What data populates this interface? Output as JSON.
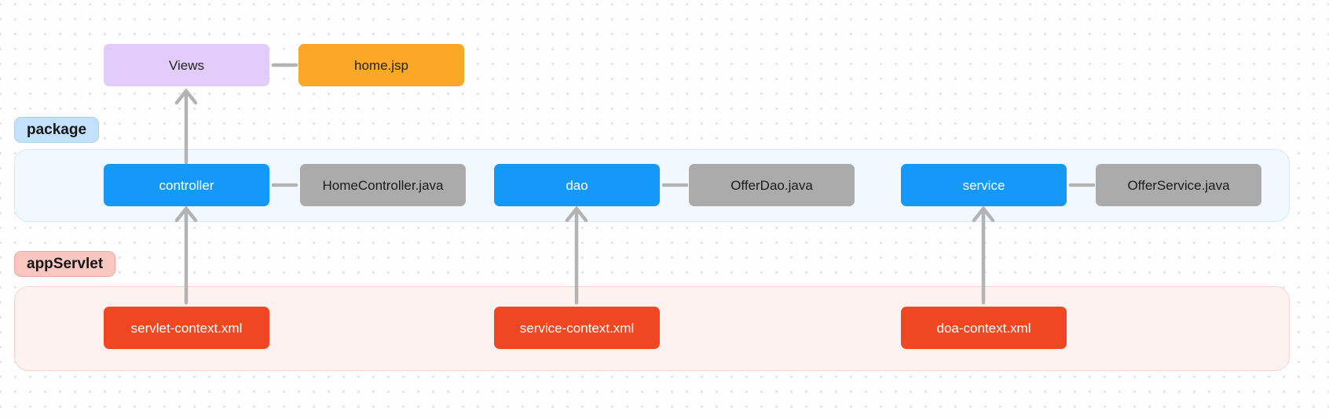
{
  "views_row": {
    "views_label": "Views",
    "home_jsp_label": "home.jsp"
  },
  "package_group": {
    "badge_label": "package",
    "items": [
      {
        "module": "controller",
        "file": "HomeController.java"
      },
      {
        "module": "dao",
        "file": "OfferDao.java"
      },
      {
        "module": "service",
        "file": "OfferService.java"
      }
    ]
  },
  "app_servlet_group": {
    "badge_label": "appServlet",
    "files": [
      {
        "label": "servlet-context.xml"
      },
      {
        "label": "service-context.xml"
      },
      {
        "label": "doa-context.xml"
      }
    ]
  },
  "colors": {
    "module_blue": "#1598f7",
    "file_gray": "#ababab",
    "xml_red": "#f04723",
    "views_purple": "#e2ccf9",
    "jsp_orange": "#fba728",
    "package_badge": "#c3e1fd",
    "app_servlet_badge": "#f9c6c0",
    "package_container_bg": "#f2f9fe",
    "app_servlet_container_bg": "#fdf2f0",
    "arrow_gray": "#b3b3b3"
  }
}
